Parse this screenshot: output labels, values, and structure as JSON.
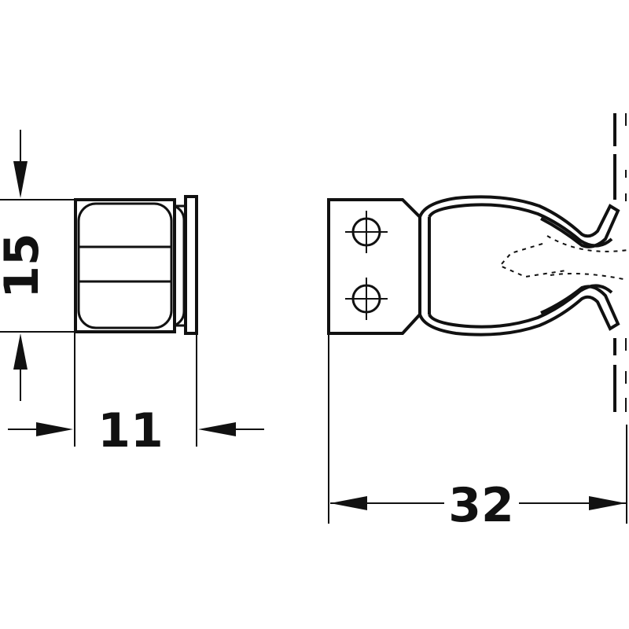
{
  "dimensions": {
    "height": "15",
    "width": "11",
    "length": "32"
  },
  "colors": {
    "ink": "#111111",
    "background": "#ffffff"
  }
}
